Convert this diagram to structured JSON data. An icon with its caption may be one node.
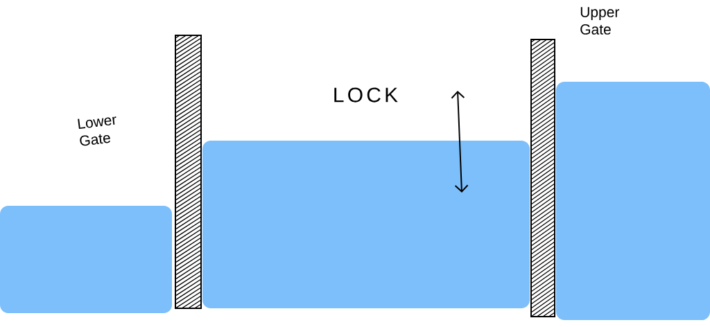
{
  "diagram": {
    "nodes": [
      {
        "text": [],
        "shape": "box"
      },
      {
        "text": [],
        "shape": "bar"
      },
      {
        "text": [],
        "shape": "box",
        "beside": [
          "LOCK"
        ]
      },
      {
        "text": [],
        "shape": "bar",
        "beside": [
          "Upper Gate"
        ]
      },
      {
        "text": [],
        "shape": "box"
      }
    ],
    "labels": [
      "Lower Gate"
    ]
  }
}
